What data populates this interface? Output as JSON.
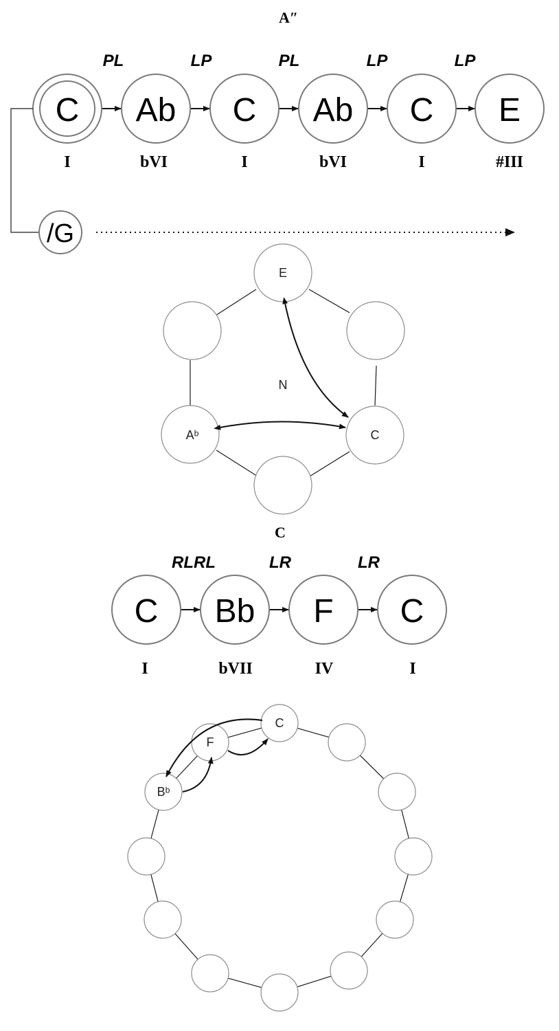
{
  "section1": {
    "title": "A″",
    "transforms": [
      "PL",
      "LP",
      "PL",
      "LP",
      "LP"
    ],
    "chords": [
      "C",
      "Ab",
      "C",
      "Ab",
      "C",
      "E"
    ],
    "numerals": [
      "I",
      "bVI",
      "I",
      "bVI",
      "I",
      "#III"
    ],
    "branch_label": "/G"
  },
  "hex": {
    "nodes": [
      "E",
      "",
      "C",
      "",
      "Aᵇ",
      ""
    ],
    "center_label": "N"
  },
  "section2": {
    "title": "C",
    "transforms": [
      "RLRL",
      "LR",
      "LR"
    ],
    "chords": [
      "C",
      "Bb",
      "F",
      "C"
    ],
    "numerals": [
      "I",
      "bVII",
      "IV",
      "I"
    ]
  },
  "circle": {
    "labels": [
      "C",
      "",
      "",
      "",
      "",
      "",
      "",
      "",
      "",
      "",
      "Bᵇ",
      "F"
    ]
  }
}
